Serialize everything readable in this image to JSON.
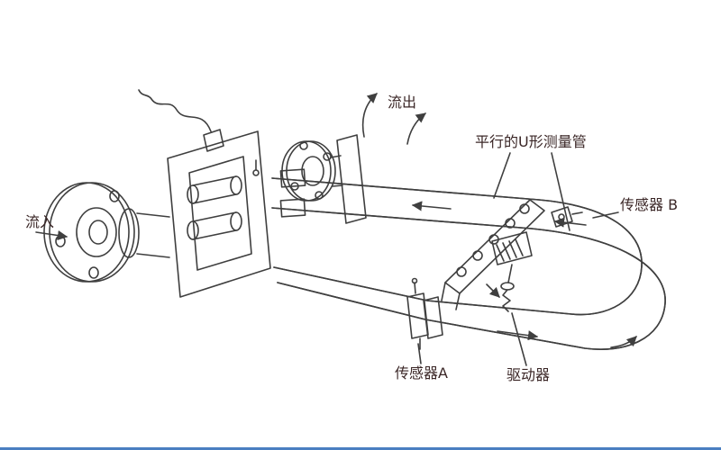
{
  "diagram": {
    "kind": "coriolis-mass-flowmeter-schematic",
    "labels": {
      "flow_in": "流入",
      "flow_out": "流出",
      "parallel_u_tubes": "平行的U形测量管",
      "sensor_b": "传感器 B",
      "sensor_a": "传感器A",
      "driver": "驱动器"
    },
    "colors": {
      "line": "#3f3f3f",
      "text": "#3a2626",
      "background": "#ffffff",
      "bottom_accent": "#4a7fc1"
    }
  }
}
